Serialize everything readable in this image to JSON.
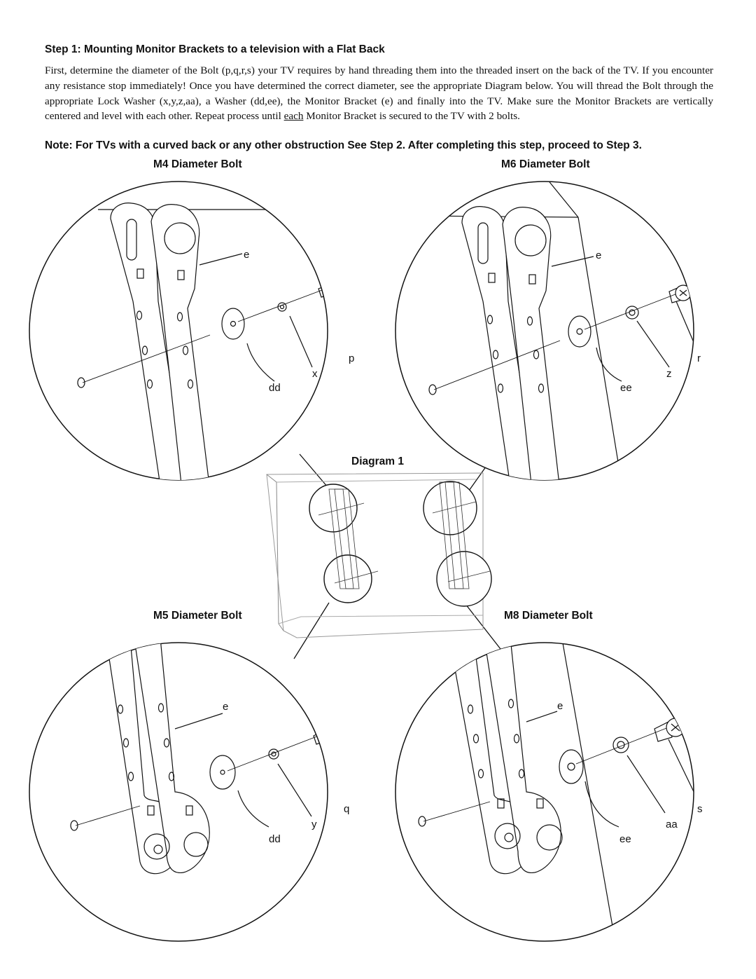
{
  "step": {
    "heading": "Step 1: Mounting Monitor Brackets to a television with a Flat Back",
    "para_before_link": "First, determine the diameter of the Bolt (p,q,r,s) your TV requires by hand threading them into the threaded insert on the back of the TV. If you encounter any resistance stop immediately! Once you have determined the correct diameter, see the appropriate Diagram below. You will thread the Bolt through the appropriate Lock Washer (x,y,z,aa), a Washer (dd,ee), the Monitor Bracket (e) and finally into the TV. Make sure the Monitor Brackets are vertically centered and level with each other. Repeat process until ",
    "para_underlined": "each",
    "para_after_link": " Monitor Bracket is secured to the TV with 2 bolts.",
    "note": "Note: For TVs with a curved back or any other obstruction See Step 2. After completing this step, proceed to Step 3."
  },
  "diagram": {
    "title": "Diagram 1",
    "m4_label": "M4 Diameter Bolt",
    "m6_label": "M6 Diameter Bolt",
    "m5_label": "M5 Diameter Bolt",
    "m8_label": "M8 Diameter Bolt"
  },
  "callouts": {
    "m4": {
      "bracket": "e",
      "bolt": "p",
      "lock_washer": "x",
      "washer": "dd"
    },
    "m6": {
      "bracket": "e",
      "bolt": "r",
      "lock_washer": "z",
      "washer": "ee"
    },
    "m5": {
      "bracket": "e",
      "bolt": "q",
      "lock_washer": "y",
      "washer": "dd"
    },
    "m8": {
      "bracket": "e",
      "bolt": "s",
      "lock_washer": "aa",
      "washer": "ee"
    }
  }
}
